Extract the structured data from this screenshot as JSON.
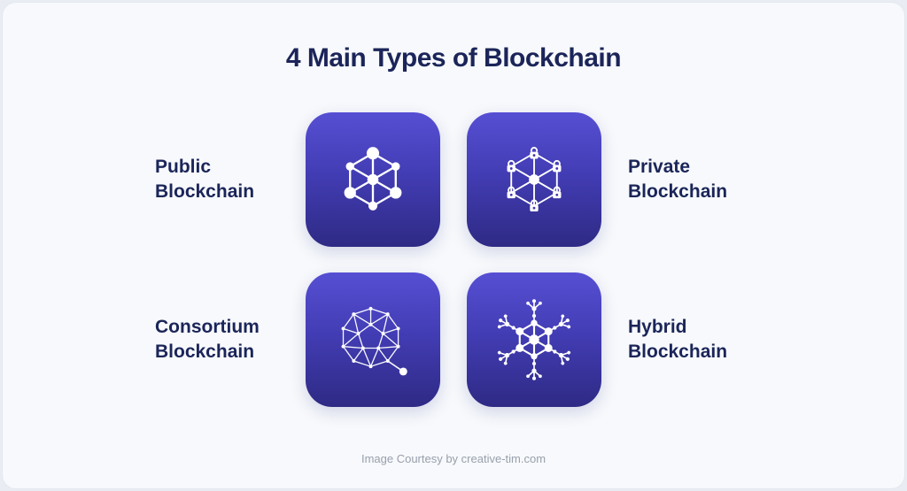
{
  "title": "4 Main Types of Blockchain",
  "footer": "Image Courtesy by creative-tim.com",
  "colors": {
    "heading_text": "#1b2559",
    "label_text": "#1b2559",
    "tile_gradient_top": "#564fd3",
    "tile_gradient_bottom": "#2e2a84",
    "icon": "#ffffff",
    "card_background": "#f7f9fc",
    "footer_text": "#99a0ac"
  },
  "tiles": [
    {
      "label": "Public Blockchain",
      "icon": "public-network-icon",
      "label_position": "left"
    },
    {
      "label": "Private Blockchain",
      "icon": "private-locks-network-icon",
      "label_position": "right"
    },
    {
      "label": "Consortium Blockchain",
      "icon": "consortium-mesh-globe-icon",
      "label_position": "left"
    },
    {
      "label": "Hybrid Blockchain",
      "icon": "hybrid-network-icon",
      "label_position": "right"
    }
  ]
}
